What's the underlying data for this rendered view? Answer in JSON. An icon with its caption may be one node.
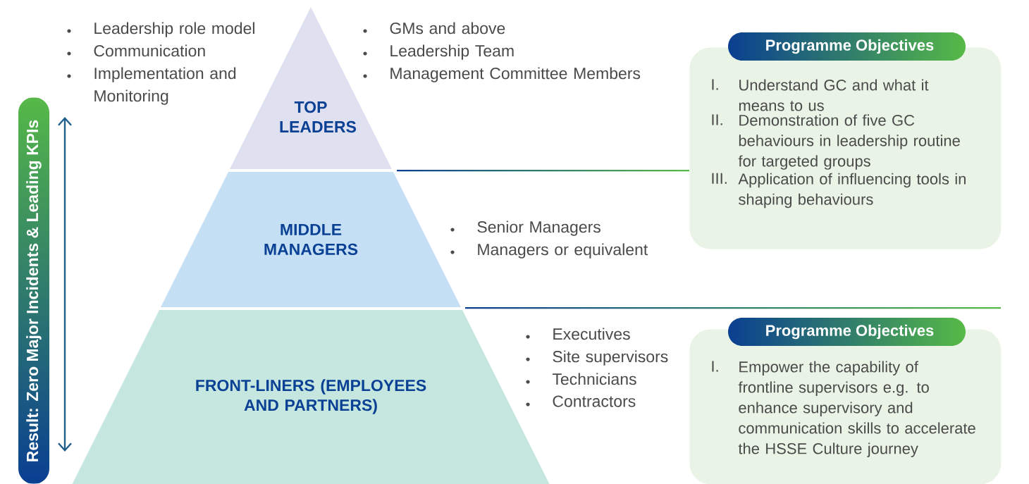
{
  "diagram": {
    "nodes": [
      {
        "text": [
          "TOP LEADERS"
        ]
      },
      {
        "text": [
          "MIDDLE MANAGERS"
        ]
      },
      {
        "text": [
          "FRONT-LINERS (EMPLOYEES AND PARTNERS)"
        ]
      },
      {
        "text": [
          "Programme Objectives",
          "I.",
          "Understand GC and what it means to us",
          "II.",
          "Demonstration of five GC behaviours in leadership routine for targeted groups",
          "III.",
          "Application of influencing tools in shaping behaviours"
        ]
      },
      {
        "text": [
          "Programme Objectives",
          "I.",
          "Empower the capability of frontline supervisors e.g. to enhance supervisory and communication skills to accelerate the HSSE Culture journey"
        ]
      }
    ],
    "labels": [
      "Leadership role model",
      "Communication",
      "Implementation and Monitoring",
      "GMs and above",
      "Leadership Team",
      "Management Committee Members",
      "Senior Managers",
      "Managers or equivalent",
      "Executives",
      "Site supervisors",
      "Technicians",
      "Contractors",
      "Result: Zero Major Incidents & Leading KPIs"
    ]
  }
}
